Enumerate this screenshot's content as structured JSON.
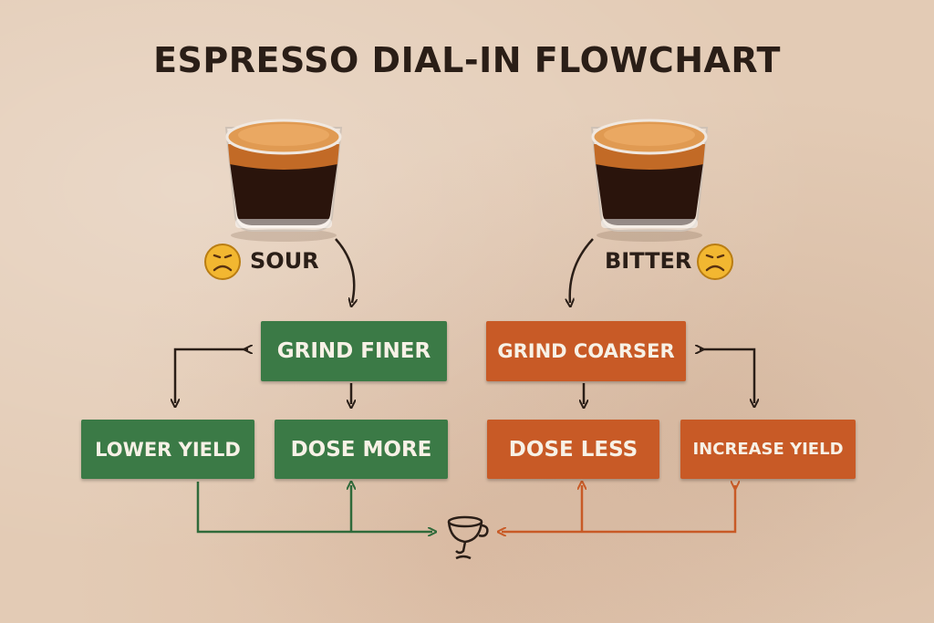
{
  "title": "ESPRESSO DIAL-IN FLOWCHART",
  "sour": {
    "label": "SOUR",
    "fix": "GRIND FINER",
    "options": [
      "LOWER YIELD",
      "DOSE MORE"
    ],
    "color": "#3b7a46",
    "icon": "sad-face-icon"
  },
  "bitter": {
    "label": "BITTER",
    "fix": "GRIND COARSER",
    "options": [
      "DOSE LESS",
      "INCREASE YIELD"
    ],
    "color": "#c85a26",
    "icon": "sad-face-icon"
  },
  "target_icon": "espresso-cup-icon",
  "shot_icon": "espresso-shot-glass-icon"
}
